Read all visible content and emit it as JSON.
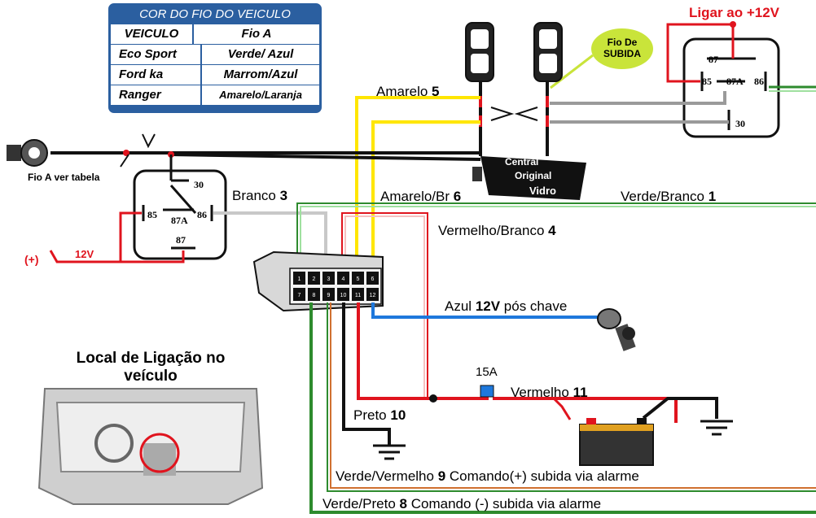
{
  "table": {
    "title": "COR DO FIO DO VEICULO",
    "header": [
      "VEICULO",
      "Fio A"
    ],
    "rows": [
      [
        "Eco Sport",
        "Verde/ Azul"
      ],
      [
        "Ford ka",
        "Marrom/Azul"
      ],
      [
        "Ranger",
        "Amarelo/Laranja"
      ]
    ]
  },
  "left_relay": {
    "pins": [
      "30",
      "85",
      "87A",
      "86",
      "87"
    ]
  },
  "right_relay": {
    "pins": [
      "87",
      "85",
      "87A",
      "86",
      "30"
    ]
  },
  "labels": {
    "ligar": "Ligar ao +12V",
    "fio_subida": "Fio De SUBIDA",
    "fio_a": "Fio A ver tabela",
    "plus": "(+)",
    "v12": "12V",
    "central_1": "Central",
    "central_2": "Original",
    "central_3": "Vidro",
    "local_title": "Local de Ligação no veículo",
    "fuse": "15A"
  },
  "wires": [
    {
      "name": "Amarelo",
      "num": "5"
    },
    {
      "name": "Branco",
      "num": "3"
    },
    {
      "name": "Amarelo/Br",
      "num": "6"
    },
    {
      "name": "Verde/Branco",
      "num": "1"
    },
    {
      "name": "Vermelho/Branco",
      "num": "4"
    },
    {
      "name": "Azul",
      "num": "12V",
      "suffix": "pós chave"
    },
    {
      "name": "Vermelho",
      "num": "11"
    },
    {
      "name": "Preto",
      "num": "10"
    },
    {
      "name": "Verde/Vermelho",
      "num": "9",
      "suffix": "Comando(+) subida via alarme"
    },
    {
      "name": "Verde/Preto",
      "num": "8",
      "suffix": "Comando (-) subida via alarme"
    }
  ],
  "connector_pins": [
    "1",
    "2",
    "3",
    "4",
    "5",
    "6",
    "7",
    "8",
    "9",
    "10",
    "11",
    "12"
  ],
  "colors": {
    "yellow": "#ffe600",
    "red": "#e0141e",
    "green": "#2e8b2e",
    "blue": "#1e78dc",
    "gray": "#9a9a9a",
    "black": "#111111",
    "table_blue": "#2b5fa0",
    "bubble": "#c9e43a"
  },
  "icons": [
    "window-switch-icon",
    "relay-icon",
    "connector-icon",
    "ignition-key-icon",
    "battery-icon",
    "ground-icon",
    "fuse-icon",
    "car-dashboard-icon",
    "lamp-plug-icon"
  ]
}
